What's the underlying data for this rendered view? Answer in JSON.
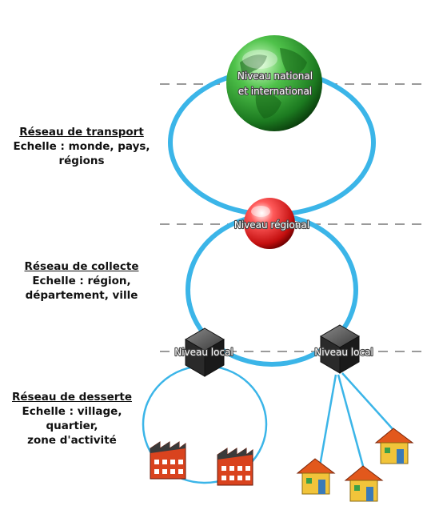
{
  "levels": {
    "national": {
      "line1": "Niveau national",
      "line2": "et international"
    },
    "regional": {
      "label": "Niveau régional"
    },
    "local_left": {
      "label": "Niveau local"
    },
    "local_right": {
      "label": "Niveau local"
    }
  },
  "networks": {
    "transport": {
      "title": "Réseau de transport",
      "line1": "Echelle : monde, pays,",
      "line2": "régions"
    },
    "collecte": {
      "title": "Réseau de collecte",
      "line1": "Echelle : région,",
      "line2": "département, ville"
    },
    "desserte": {
      "title": "Réseau de desserte",
      "line1": "Echelle : village,",
      "line2": "quartier,",
      "line3": "zone d'activité"
    }
  },
  "colors": {
    "ring": "#3bb5e8",
    "dashed_line": "#9a9a9a",
    "globe": "#2e9a2e",
    "regional_sphere": "#d81f1f",
    "local_cube": "#2b2b2b",
    "factory": "#d9431e",
    "house_roof": "#e2581c",
    "house_wall": "#f1c43a"
  },
  "icons": [
    "globe-icon",
    "red-sphere-icon",
    "cube-icon",
    "factory-icon",
    "house-icon"
  ]
}
